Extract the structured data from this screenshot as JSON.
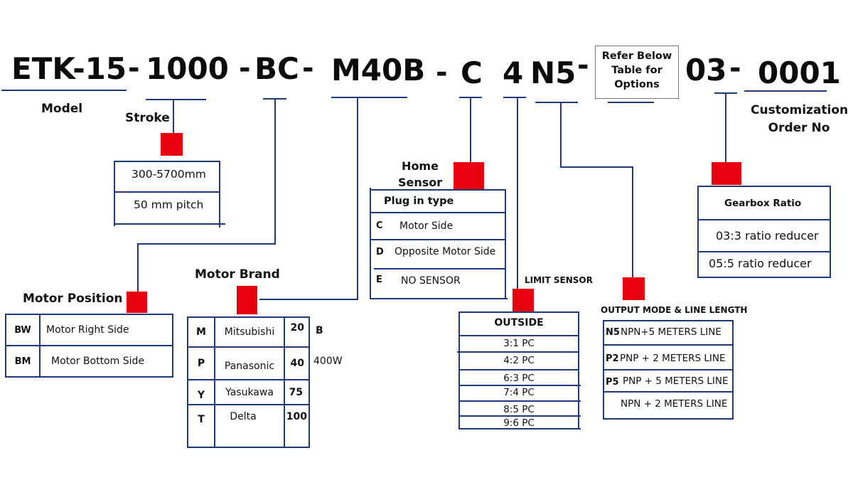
{
  "code_parts": {
    "model": "ETK-15",
    "stroke": "1000",
    "motor_position": "BC",
    "motor_brand": "M40B",
    "home_sensor": "C",
    "limit_sensor": "4",
    "output_mode": "N5",
    "refer_box": [
      "Refer Below",
      "Table for",
      "Options"
    ],
    "gearbox": "03",
    "order_no": "0001",
    "separator": "-"
  },
  "labels": {
    "model": "Model",
    "stroke": "Stroke",
    "customization": [
      "Customization",
      "Order No"
    ],
    "home_sensor": [
      "Home",
      "Sensor"
    ],
    "motor_position": "Motor Position",
    "motor_brand": "Motor Brand",
    "limit_sensor": "LIMIT SENSOR",
    "output_mode": "OUTPUT MODE & LINE LENGTH"
  },
  "stroke_table": {
    "rows": [
      "300-5700mm",
      "50 mm pitch"
    ]
  },
  "motor_position_table": {
    "rows": [
      {
        "code": "BW",
        "desc": "Motor Right Side"
      },
      {
        "code": "BM",
        "desc": "Motor Bottom Side"
      }
    ]
  },
  "motor_brand_table": {
    "rows": [
      {
        "code": "M",
        "brand": "Mitsubishi",
        "power": "20"
      },
      {
        "code": "P",
        "brand": "Panasonic",
        "power": "40"
      },
      {
        "code": "Y",
        "brand": "Yasukawa",
        "power": "75"
      },
      {
        "code": "T",
        "brand": "Delta",
        "power": "100"
      }
    ],
    "side_notes": [
      "B",
      "400W"
    ]
  },
  "home_sensor_table": {
    "header": "Plug in type",
    "rows": [
      {
        "code": "C",
        "desc": "Motor Side"
      },
      {
        "code": "D",
        "desc": "Opposite Motor Side"
      },
      {
        "code": "E",
        "desc": "NO SENSOR"
      }
    ]
  },
  "limit_sensor_table": {
    "header": "OUTSIDE",
    "rows": [
      "3:1 PC",
      "4:2 PC",
      "6:3 PC",
      "7:4 PC",
      "8:5 PC",
      "9:6 PC"
    ]
  },
  "output_mode_table": {
    "rows": [
      {
        "code": "N5",
        "desc": "NPN+5 METERS LINE"
      },
      {
        "code": "P2",
        "desc": "PNP + 2 METERS LINE"
      },
      {
        "code": "P5",
        "desc": "PNP + 5 METERS LINE"
      },
      {
        "code": "",
        "desc": "NPN + 2 METERS LINE"
      }
    ]
  },
  "gearbox_table": {
    "header": "Gearbox Ratio",
    "rows": [
      "03:3 ratio reducer",
      "05:5 ratio reducer"
    ]
  },
  "colors": {
    "line": "#1f3a7a",
    "marker": "#e8000f",
    "text": "#111111"
  }
}
